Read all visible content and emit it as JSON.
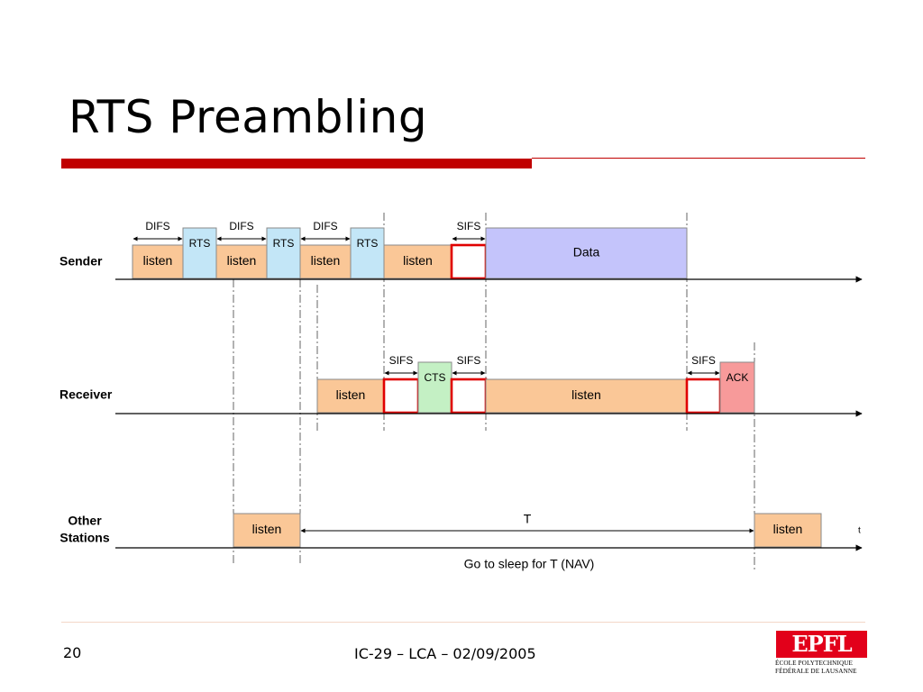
{
  "slide": {
    "title": "RTS Preambling",
    "page_number": "20",
    "footer": "IC-29  – LCA – 02/09/2005",
    "logo": {
      "mark": "EPFL",
      "line1": "ÉCOLE POLYTECHNIQUE",
      "line2": "FÉDÉRALE DE LAUSANNE"
    }
  },
  "colors": {
    "title_bar": "#c00000",
    "listen": "#fac797",
    "rts": "#c3e6f7",
    "data": "#c4c4fb",
    "cts": "#c4f0c4",
    "ack": "#f79a9a",
    "sifs_box_border": "#e00000"
  },
  "diagram": {
    "rows": [
      {
        "id": "sender",
        "label_lines": [
          "Sender"
        ]
      },
      {
        "id": "receiver",
        "label_lines": [
          "Receiver"
        ]
      },
      {
        "id": "others",
        "label_lines": [
          "Other",
          "Stations"
        ]
      }
    ],
    "sender_blocks": [
      {
        "type": "listen",
        "label": "listen"
      },
      {
        "type": "rts",
        "label": "RTS"
      },
      {
        "type": "listen",
        "label": "listen"
      },
      {
        "type": "rts",
        "label": "RTS"
      },
      {
        "type": "listen",
        "label": "listen"
      },
      {
        "type": "rts",
        "label": "RTS"
      },
      {
        "type": "listen",
        "label": "listen"
      },
      {
        "type": "sifs-box",
        "label": ""
      },
      {
        "type": "data",
        "label": "Data"
      }
    ],
    "receiver_blocks": [
      {
        "type": "listen",
        "label": "listen"
      },
      {
        "type": "sifs-box",
        "label": ""
      },
      {
        "type": "cts",
        "label": "CTS"
      },
      {
        "type": "sifs-box",
        "label": ""
      },
      {
        "type": "listen",
        "label": "listen"
      },
      {
        "type": "sifs-box",
        "label": ""
      },
      {
        "type": "ack",
        "label": "ACK"
      }
    ],
    "other_blocks": [
      {
        "type": "listen",
        "label": "listen"
      },
      {
        "type": "listen",
        "label": "listen"
      }
    ],
    "sender_intervals": [
      "DIFS",
      "DIFS",
      "DIFS",
      "SIFS"
    ],
    "receiver_intervals": [
      "SIFS",
      "SIFS",
      "SIFS"
    ],
    "nav": {
      "label": "T",
      "caption": "Go to sleep for T (NAV)"
    },
    "time_axis_label": "t"
  }
}
